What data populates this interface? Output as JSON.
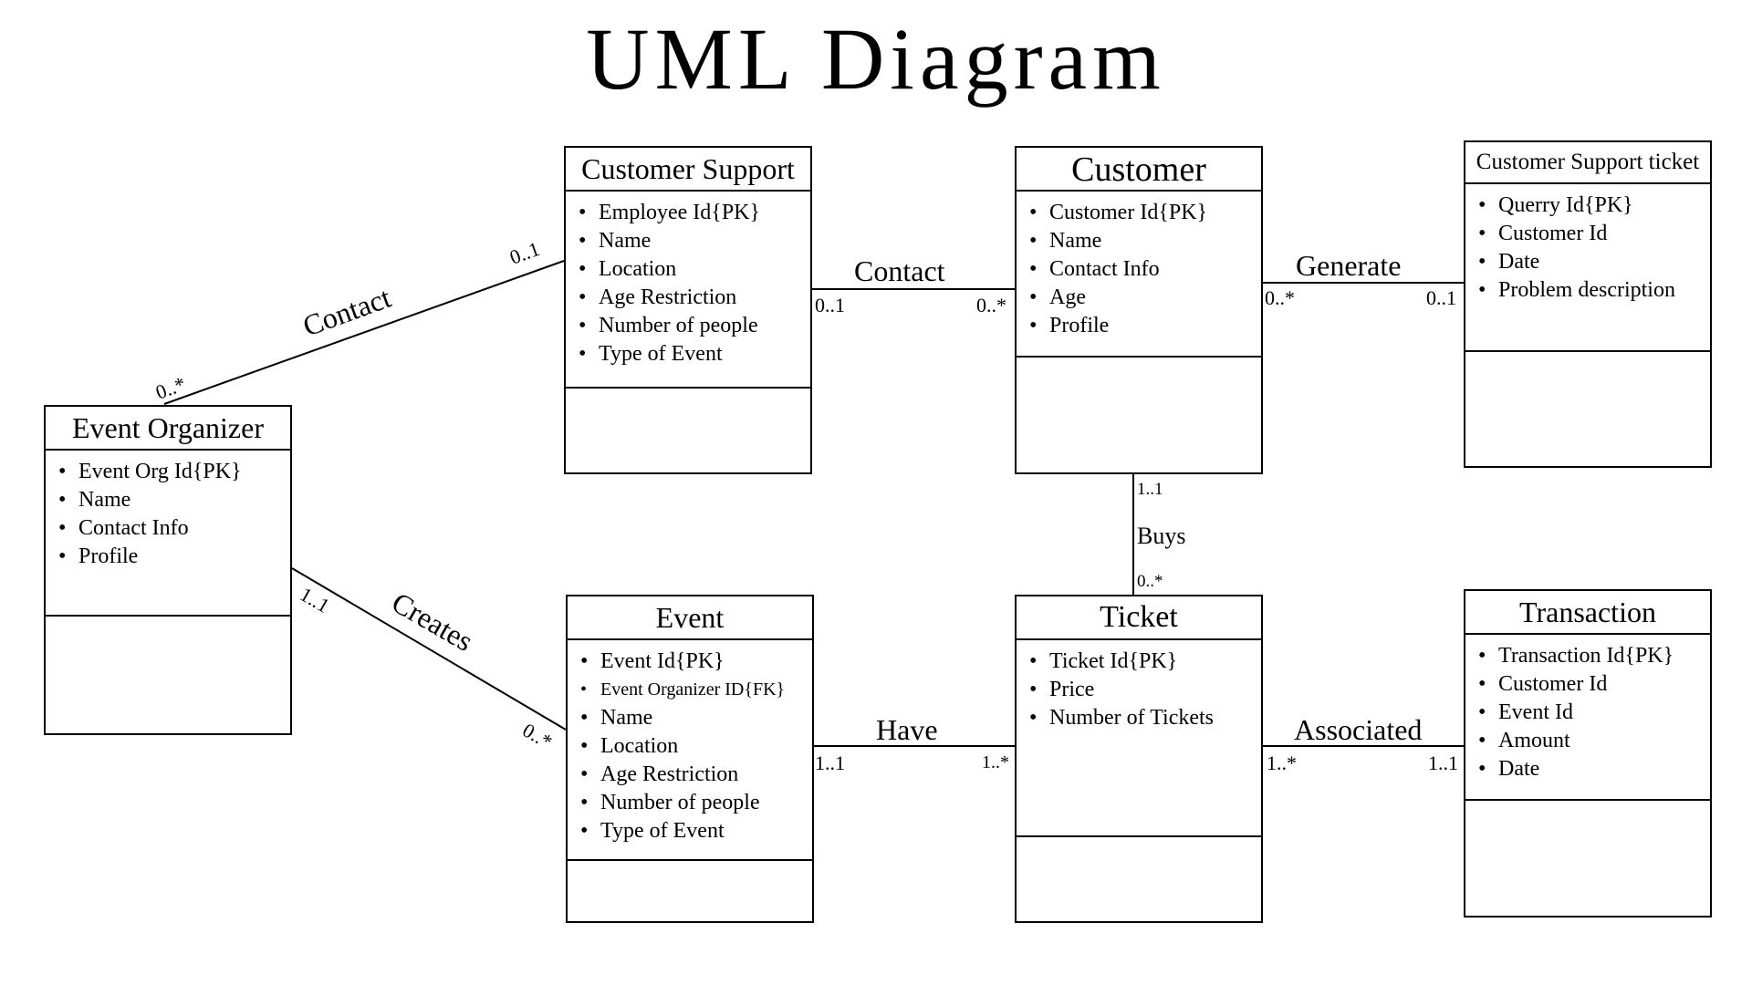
{
  "title": "UML Diagram",
  "classes": {
    "event_organizer": {
      "name": "Event Organizer",
      "attributes": [
        "Event Org Id{PK}",
        "Name",
        "Contact Info",
        "Profile"
      ]
    },
    "customer_support": {
      "name": "Customer Support",
      "attributes": [
        "Employee Id{PK}",
        "Name",
        "Location",
        "Age Restriction",
        "Number of people",
        "Type of Event"
      ]
    },
    "customer": {
      "name": "Customer",
      "attributes": [
        "Customer Id{PK}",
        "Name",
        "Contact Info",
        "Age",
        "Profile"
      ]
    },
    "support_ticket": {
      "name": "Customer Support ticket",
      "attributes": [
        "Querry Id{PK}",
        "Customer Id",
        "Date",
        "Problem description"
      ]
    },
    "event": {
      "name": "Event",
      "attributes": [
        "Event Id{PK}",
        "Event Organizer ID{FK}",
        "Name",
        "Location",
        "Age Restriction",
        "Number of people",
        "Type of Event"
      ]
    },
    "ticket": {
      "name": "Ticket",
      "attributes": [
        "Ticket Id{PK}",
        "Price",
        "Number of Tickets"
      ]
    },
    "transaction": {
      "name": "Transaction",
      "attributes": [
        "Transaction Id{PK}",
        "Customer Id",
        "Event Id",
        "Amount",
        "Date"
      ]
    }
  },
  "relationships": {
    "org_support": {
      "label": "Contact",
      "from_mult": "0..*",
      "to_mult": "0..1"
    },
    "support_customer": {
      "label": "Contact",
      "from_mult": "0..1",
      "to_mult": "0..*"
    },
    "customer_ticket_support": {
      "label": "Generate",
      "from_mult": "0..*",
      "to_mult": "0..1"
    },
    "org_event": {
      "label": "Creates",
      "from_mult": "1..1",
      "to_mult": "0..*"
    },
    "customer_ticket": {
      "label": "Buys",
      "from_mult": "1..1",
      "to_mult": "0..*"
    },
    "event_ticket": {
      "label": "Have",
      "from_mult": "1..1",
      "to_mult": "1..*"
    },
    "ticket_transaction": {
      "label": "Associated",
      "from_mult": "1..*",
      "to_mult": "1..1"
    }
  }
}
